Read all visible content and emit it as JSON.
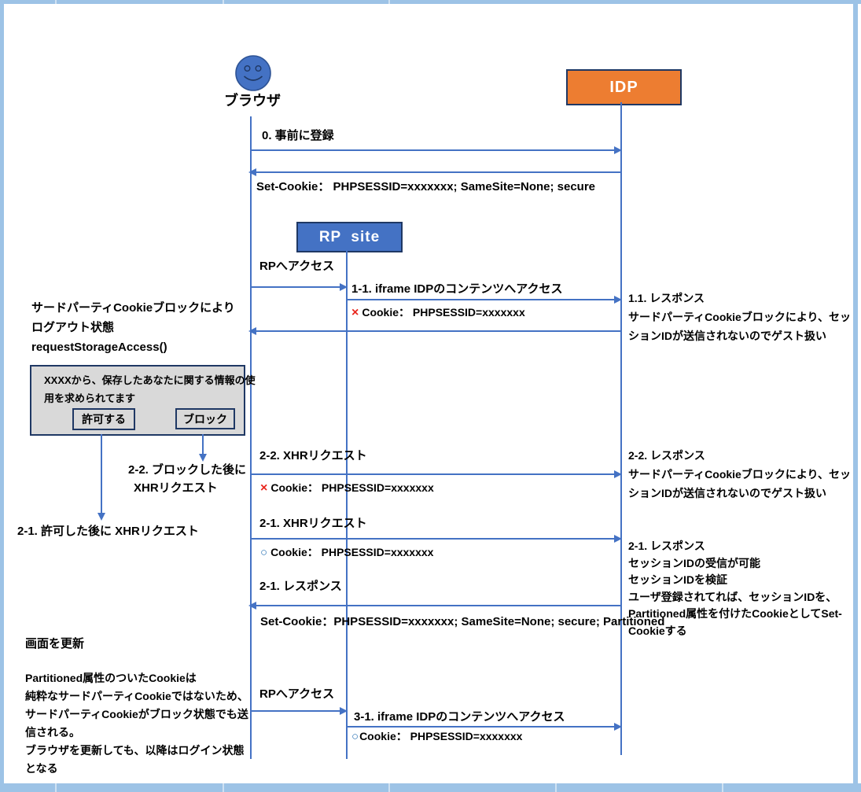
{
  "actors": {
    "browser": {
      "label": "ブラウザ"
    },
    "rp": {
      "label": "RP  site"
    },
    "idp": {
      "label": "IDP"
    }
  },
  "colors": {
    "line_blue": "#4472C4",
    "idp_orange": "#ED7D31",
    "box_border_navy": "#1F3864",
    "frame_light_blue": "#9DC3E6",
    "dialog_gray": "#D9D9D9",
    "blocked_red": "#E8251C",
    "allowed_blue": "#2E75B6"
  },
  "messages": {
    "register": "0. 事前に登録",
    "set_cookie_1": "Set-Cookie： PHPSESSID=xxxxxxx; SameSite=None; secure",
    "rp_access_1": "RPへアクセス",
    "iframe_access_1": "1-1. iframe IDPのコンテンツへアクセス",
    "xhr_2_2": "2-2. XHRリクエスト",
    "xhr_2_1": "2-1. XHRリクエスト",
    "response_2_1": "2-1. レスポンス",
    "set_cookie_2": "Set-Cookie：PHPSESSID=xxxxxxx; SameSite=None; secure; Partitioned",
    "rp_access_2": "RPへアクセス",
    "iframe_access_3": "3-1. iframe IDPのコンテンツへアクセス"
  },
  "cookies": {
    "c1": {
      "mark": "×",
      "text": "Cookie： PHPSESSID=xxxxxxx"
    },
    "c2": {
      "mark": "×",
      "text": "Cookie： PHPSESSID=xxxxxxx"
    },
    "c3": {
      "mark": "○",
      "text": "Cookie： PHPSESSID=xxxxxxx"
    },
    "c4": {
      "mark": "○",
      "text": "Cookie： PHPSESSID=xxxxxxx"
    }
  },
  "left_notes": {
    "blocked_line1": "サードパーティCookieブロックにより",
    "blocked_line2": "ログアウト状態",
    "api": "requestStorageAccess()",
    "after_block_line1": "2-2. ブロックした後に",
    "after_block_line2": "XHRリクエスト",
    "after_allow": "2-1. 許可した後に XHRリクエスト",
    "refresh": "画面を更新",
    "partitioned": [
      "Partitioned属性のついたCookieは",
      "純粋なサードパーティCookieではないため、",
      "サードパーティCookieがブロック状態でも送",
      "信される。",
      "ブラウザを更新しても、以降はログイン状態",
      "となる"
    ]
  },
  "dialog": {
    "message_line1": "XXXXから、保存したあなたに関する情報の使",
    "message_line2": "用を求められてます",
    "allow_button": "許可する",
    "block_button": "ブロック"
  },
  "right_notes": {
    "r1": [
      "1.1. レスポンス",
      "サードパーティCookieブロックにより、セッ",
      "ションIDが送信されないのでゲスト扱い"
    ],
    "r2": [
      "2-2. レスポンス",
      "サードパーティCookieブロックにより、セッ",
      "ションIDが送信されないのでゲスト扱い"
    ],
    "r3": [
      "2-1. レスポンス",
      "セッションIDの受信が可能",
      "セッションIDを検証",
      "ユーザ登録されてれば、セッションIDを、",
      "Partitioned属性を付けたCookieとしてSet-",
      "Cookieする"
    ]
  }
}
